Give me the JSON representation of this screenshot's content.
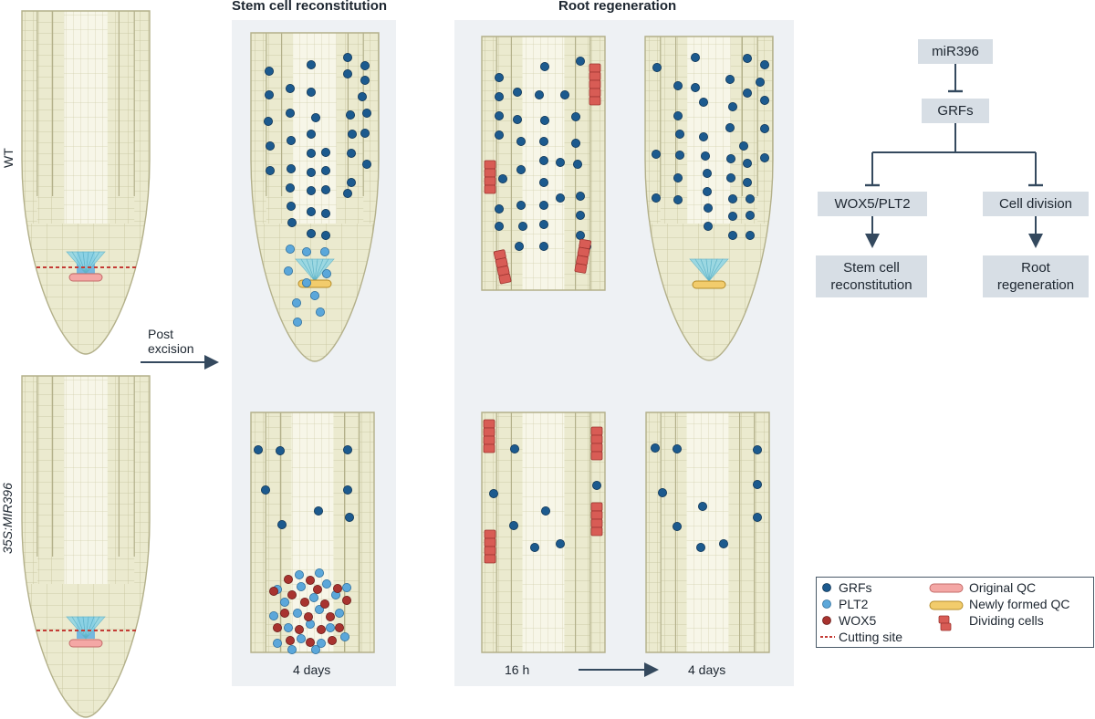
{
  "headers": {
    "stem_cell_reconstitution": "Stem cell reconstitution",
    "root_regeneration": "Root regeneration"
  },
  "row_labels": {
    "wt": "WT",
    "mir396": "35S:MIR396"
  },
  "arrow_label": {
    "line1": "Post",
    "line2": "excision"
  },
  "time_labels": {
    "stem_4_days": "4 days",
    "regen_16h": "16 h",
    "regen_4_days": "4 days"
  },
  "flowchart": {
    "mir396": "miR396",
    "grfs": "GRFs",
    "wox5_plt2": "WOX5/PLT2",
    "cell_division": "Cell division",
    "stem_cell_line1": "Stem cell",
    "stem_cell_line2": "reconstitution",
    "root_regen_line1": "Root",
    "root_regen_line2": "regeneration"
  },
  "legend": {
    "grfs": "GRFs",
    "plt2": "PLT2",
    "wox5": "WOX5",
    "cutting_site": "Cutting site",
    "original_qc": "Original QC",
    "newly_formed_qc": "Newly formed QC",
    "dividing_cells": "Dividing cells"
  },
  "colors": {
    "root_fill": "#ebeacf",
    "cell_line": "#c5c39c",
    "outline": "#b3b08a",
    "stele": "#f7f6e8",
    "panel_bg": "#eef1f4",
    "grf": "#1c5a8e",
    "plt2": "#5ba7da",
    "wox5": "#a8332f",
    "original_qc": "#f4a7a5",
    "new_qc": "#f2cc6c",
    "dividing": "#d85c55",
    "cut": "#c43c36",
    "stem_fan": "#8fd6e6",
    "arrow": "#34495e",
    "box_bg": "#d7dee5"
  }
}
